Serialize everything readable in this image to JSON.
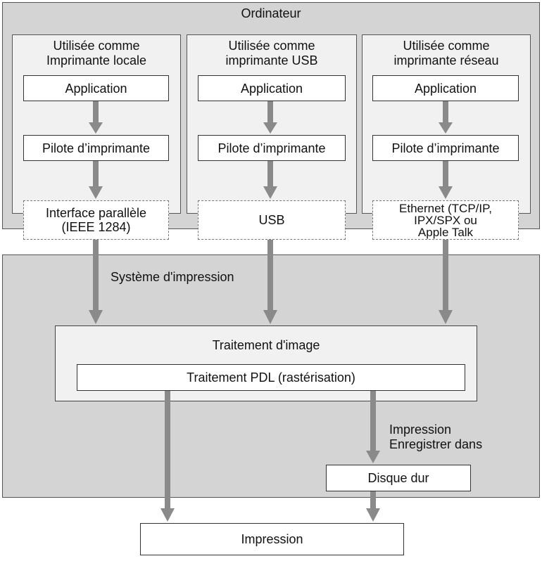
{
  "computer": {
    "title": "Ordinateur",
    "columns": [
      {
        "heading_line1": "Utilisée comme",
        "heading_line2": "Imprimante locale",
        "app": "Application",
        "driver": "Pilote d’imprimante",
        "interface_line1": "Interface parallèle",
        "interface_line2": "(IEEE 1284)",
        "interface_line3": ""
      },
      {
        "heading_line1": "Utilisée comme",
        "heading_line2": "imprimante USB",
        "app": "Application",
        "driver": "Pilote d’imprimante",
        "interface_line1": "USB",
        "interface_line2": "",
        "interface_line3": ""
      },
      {
        "heading_line1": "Utilisée comme",
        "heading_line2": "imprimante réseau",
        "app": "Application",
        "driver": "Pilote d’imprimante",
        "interface_line1": "Ethernet (TCP/IP,",
        "interface_line2": "IPX/SPX ou",
        "interface_line3": "Apple Talk"
      }
    ]
  },
  "printing_system": {
    "title": "Système d'impression",
    "image_processing": "Traitement d'image",
    "pdl": "Traitement PDL (rastérisation)",
    "store_label_line1": "Impression",
    "store_label_line2": "Enregistrer dans",
    "hard_disk": "Disque dur"
  },
  "output": {
    "print": "Impression"
  },
  "colors": {
    "panel": "#d4d4d4",
    "column": "#f1f1f1",
    "arrow": "#8a8a8a"
  }
}
